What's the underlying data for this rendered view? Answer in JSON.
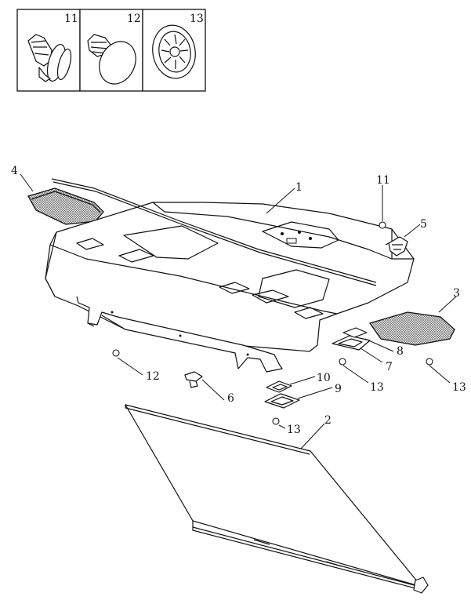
{
  "inset": {
    "boxes": [
      {
        "label": "11",
        "icon": "push-rivet-clip-icon"
      },
      {
        "label": "12",
        "icon": "mushroom-clip-icon"
      },
      {
        "label": "13",
        "icon": "star-washer-icon"
      }
    ]
  },
  "parts": {
    "p1": "1",
    "p2": "2",
    "p3": "3",
    "p4": "4",
    "p5": "5",
    "p6": "6",
    "p7": "7",
    "p8": "8",
    "p9": "9",
    "p10": "10",
    "p11": "11",
    "p12": "12",
    "p13a": "13",
    "p13b": "13",
    "p13c": "13"
  },
  "colors": {
    "line": "#111111",
    "background": "#ffffff",
    "mesh": "#9a9a9a"
  }
}
